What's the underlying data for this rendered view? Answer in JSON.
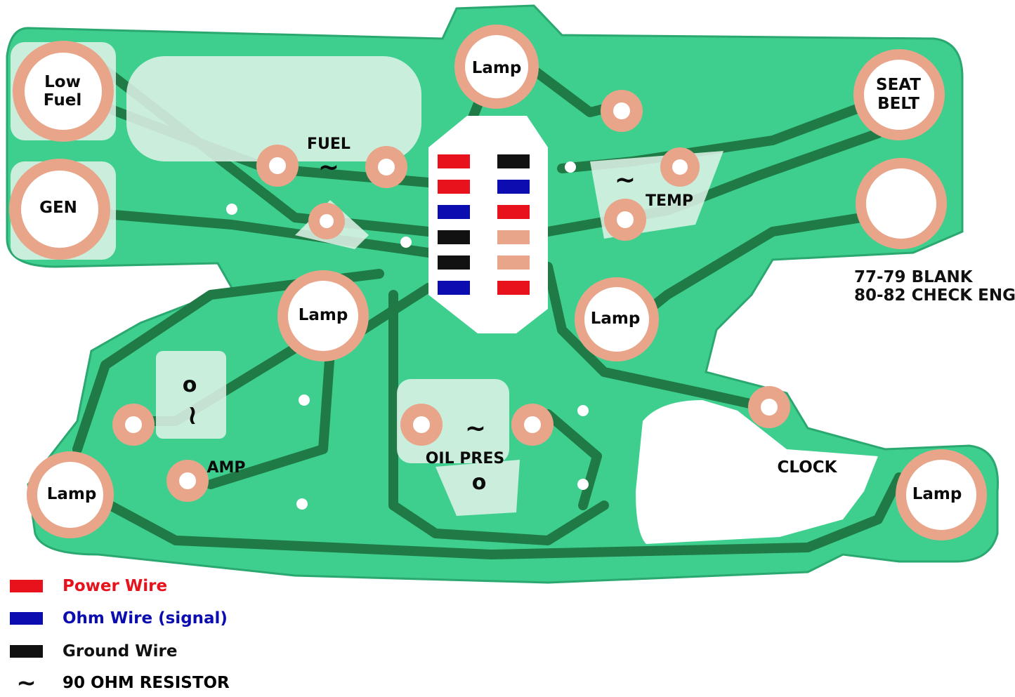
{
  "labels": {
    "low_fuel_1": "Low",
    "low_fuel_2": "Fuel",
    "gen": "GEN",
    "fuel": "FUEL",
    "lamp_top": "Lamp",
    "seat_1": "SEAT",
    "seat_2": "BELT",
    "temp": "TEMP",
    "lamp_left": "Lamp",
    "lamp_center_right": "Lamp",
    "amp": "AMP",
    "oil_pres": "OIL PRES",
    "clock": "CLOCK",
    "lamp_bottom_left": "Lamp",
    "lamp_bottom_right": "Lamp",
    "resistor_symbol": "~",
    "circle_symbol": "o"
  },
  "note": {
    "line1": "77-79 BLANK",
    "line2": "80-82 CHECK ENG"
  },
  "legend": [
    {
      "label": "Power Wire",
      "color": "#e8121c"
    },
    {
      "label": "Ohm Wire (signal)",
      "color": "#0b0db0"
    },
    {
      "label": "Ground Wire",
      "color": "#111111"
    },
    {
      "label": "90 OHM RESISTOR",
      "symbol": "~"
    }
  ],
  "connector": {
    "left": [
      "#e8121c",
      "#e8121c",
      "#0b0db0",
      "#111111",
      "#111111",
      "#0b0db0"
    ],
    "right": [
      "#111111",
      "#0b0db0",
      "#e8121c",
      "#e8a58a",
      "#e8a58a",
      "#e8121c"
    ]
  },
  "colors": {
    "board": "#3ecf8f",
    "trace": "#1f7a45",
    "pad": "#e8a58a",
    "hole": "#ffffff"
  }
}
